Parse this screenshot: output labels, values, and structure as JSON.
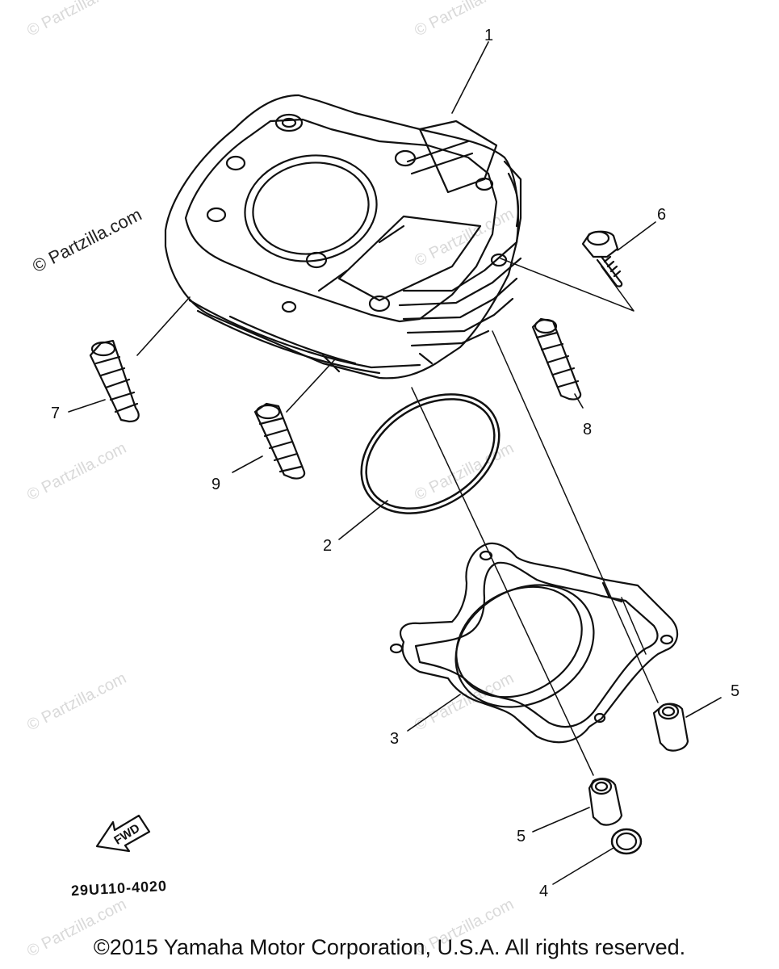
{
  "watermark": {
    "text": "© Partzilla.com"
  },
  "callouts": [
    {
      "number": "1"
    },
    {
      "number": "2"
    },
    {
      "number": "3"
    },
    {
      "number": "4"
    },
    {
      "number": "5"
    },
    {
      "number": "5"
    },
    {
      "number": "6"
    },
    {
      "number": "7"
    },
    {
      "number": "8"
    },
    {
      "number": "9"
    }
  ],
  "fwd_arrow": {
    "label": "FWD"
  },
  "diagram_code": "29U110-4020",
  "copyright": "©2015 Yamaha Motor Corporation, U.S.A. All rights reserved."
}
